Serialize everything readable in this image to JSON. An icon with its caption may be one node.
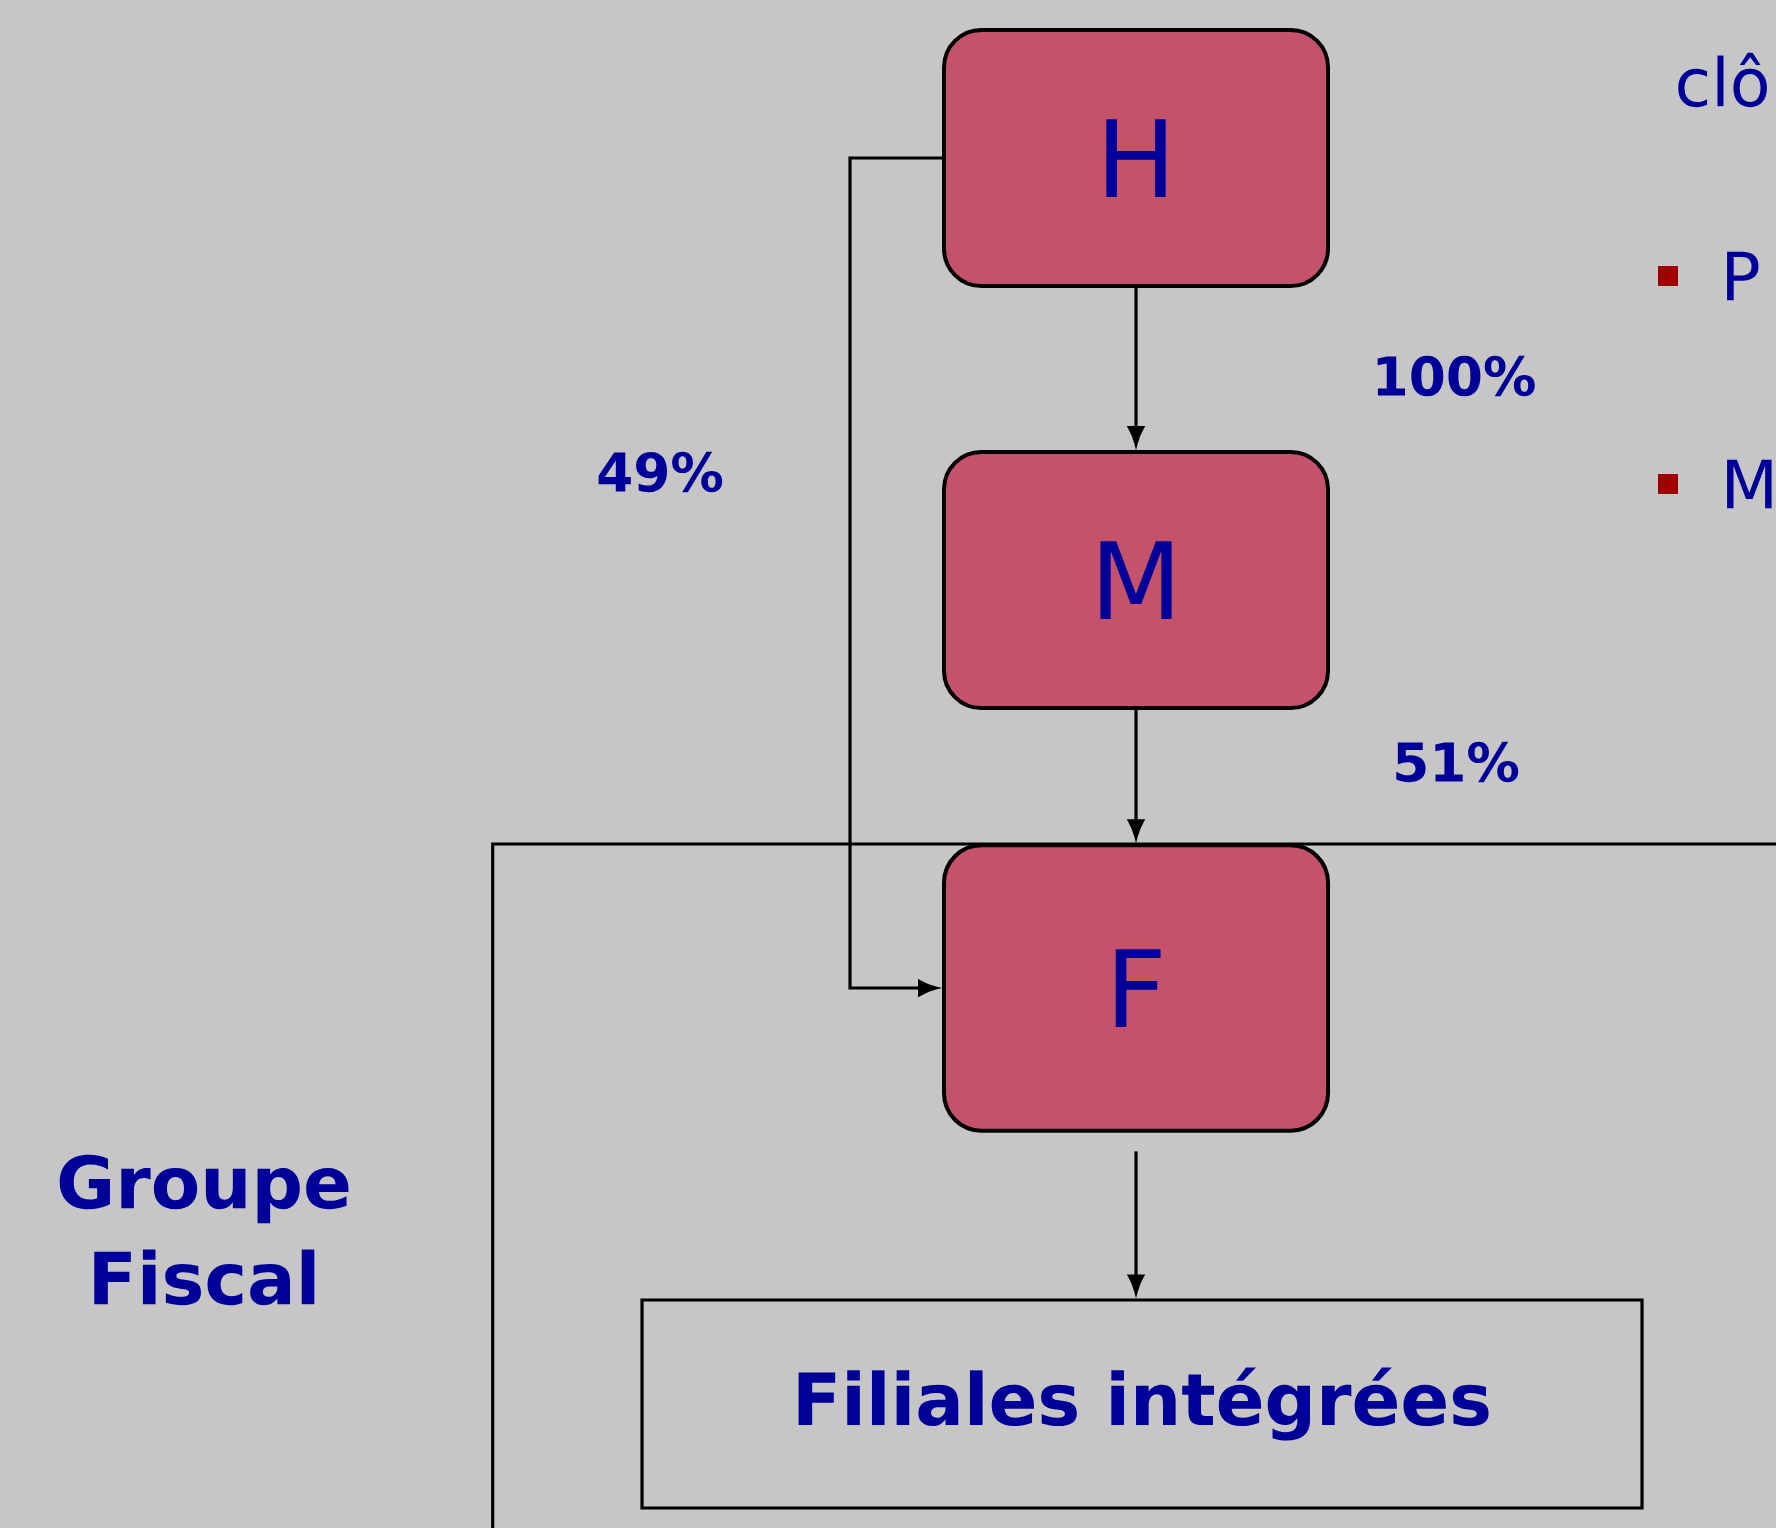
{
  "diagram": {
    "nodes": [
      {
        "text": [
          "H"
        ]
      },
      {
        "text": [
          "M"
        ]
      },
      {
        "text": [
          "Groupe Fiscal"
        ]
      },
      {
        "text": [
          "F"
        ],
        "in": 2
      },
      {
        "text": [
          "Filiales intégrées"
        ],
        "in": 2
      }
    ],
    "edges": [
      {
        "from": 0,
        "to": 1,
        "arrow": "to",
        "label": "100%"
      },
      {
        "from": 0,
        "to": 3,
        "arrow": "to",
        "label": "49%"
      },
      {
        "from": 1,
        "to": 3,
        "arrow": "to",
        "label": "51%"
      },
      {
        "from": 3,
        "to": 4,
        "arrow": "to"
      }
    ],
    "labels": [
      "clô",
      "P",
      "M"
    ]
  }
}
